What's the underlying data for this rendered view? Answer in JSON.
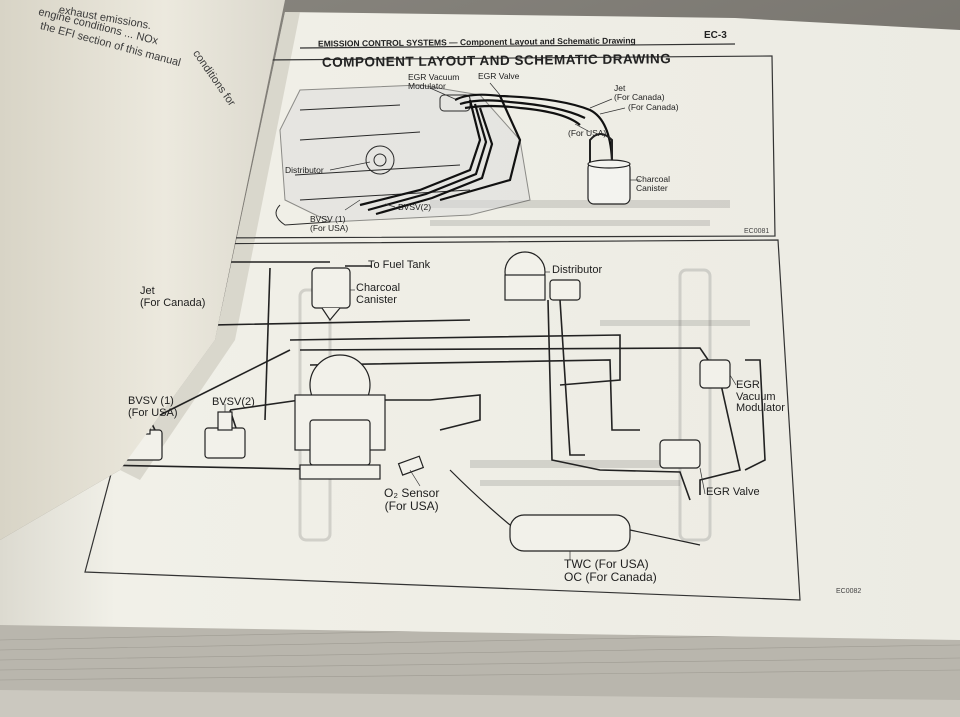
{
  "left_page": {
    "lines": [
      "exhaust emissions.",
      "engine conditions ... NOx",
      "the EFI section of this manual",
      "conditions for"
    ]
  },
  "header": {
    "section_title": "EMISSION CONTROL SYSTEMS — Component Layout and Schematic Drawing",
    "page_number": "EC-3",
    "main_title": "COMPONENT LAYOUT AND SCHEMATIC DRAWING"
  },
  "layout_figure": {
    "labels": {
      "egr_vacuum_modulator": "EGR Vacuum\nModulator",
      "egr_valve": "EGR Valve",
      "jet_canada": "Jet\n(For Canada)",
      "for_canada": "(For Canada)",
      "for_usa": "(For USA)",
      "distributor": "Distributor",
      "charcoal_canister": "Charcoal\nCanister",
      "bvsv1": "BVSV (1)\n(For USA)",
      "bvsv2": "BVSV(2)"
    },
    "ref": "EC0081"
  },
  "schematic_figure": {
    "labels": {
      "to_fuel_tank": "To Fuel Tank",
      "charcoal_canister": "Charcoal\nCanister",
      "distributor": "Distributor",
      "jet_canada": "Jet\n(For Canada)",
      "bvsv1": "BVSV (1)\n(For USA)",
      "bvsv2": "BVSV(2)",
      "egr_vacuum_modulator": "EGR\nVacuum\nModulator",
      "egr_valve": "EGR Valve",
      "o2_sensor": "O₂ Sensor\n(For USA)",
      "twc": "TWC (For USA)\nOC (For Canada)"
    },
    "ref": "EC0082"
  },
  "colors": {
    "paper": "#f2f1ea",
    "ink": "#1e1e1e",
    "desk": "#6f6c66"
  }
}
